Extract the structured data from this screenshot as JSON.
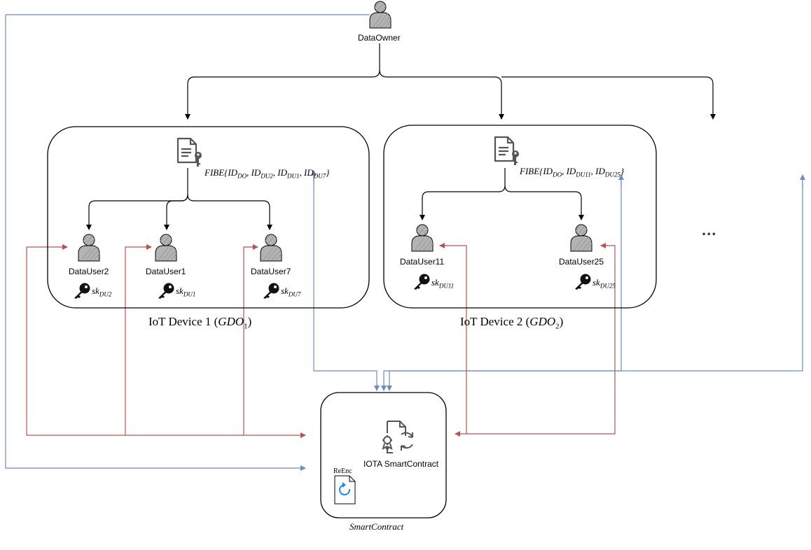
{
  "nodes": {
    "owner": {
      "label": "DataOwner"
    },
    "device1": {
      "caption_prefix": "IoT Device 1 (",
      "caption_math": "GDO",
      "caption_sub": "1",
      "caption_suffix": ")",
      "fibe": "FIBE{ID_DO, ID_DU2, ID_DU1, ID_DU7}",
      "users": [
        {
          "label": "DataUser2",
          "key": "sk_DU2"
        },
        {
          "label": "DataUser1",
          "key": "sk_DU1"
        },
        {
          "label": "DataUser7",
          "key": "sk_DU7"
        }
      ]
    },
    "device2": {
      "caption_prefix": "IoT Device 2 (",
      "caption_math": "GDO",
      "caption_sub": "2",
      "caption_suffix": ")",
      "fibe": "FIBE{ID_DO, ID_DU11, ID_DU25}",
      "users": [
        {
          "label": "DataUser11",
          "key": "sk_DU11"
        },
        {
          "label": "DataUser25",
          "key": "sk_DU25"
        }
      ]
    },
    "more": {
      "label": "..."
    },
    "contract": {
      "label": "IOTA SmartContract",
      "reenc": "ReEnc",
      "caption": "SmartContract"
    }
  },
  "colors": {
    "black_edge": "#000000",
    "blue_edge": "#6c8ebf",
    "red_edge": "#b85450",
    "user_fill": "#b3b3b3",
    "user_stroke": "#000000",
    "doc_icon": "#555555",
    "refresh_icon": "#1e88e5"
  },
  "icons": [
    "person-icon",
    "document-key-icon",
    "key-icon",
    "smart-contract-icon",
    "refresh-icon"
  ]
}
